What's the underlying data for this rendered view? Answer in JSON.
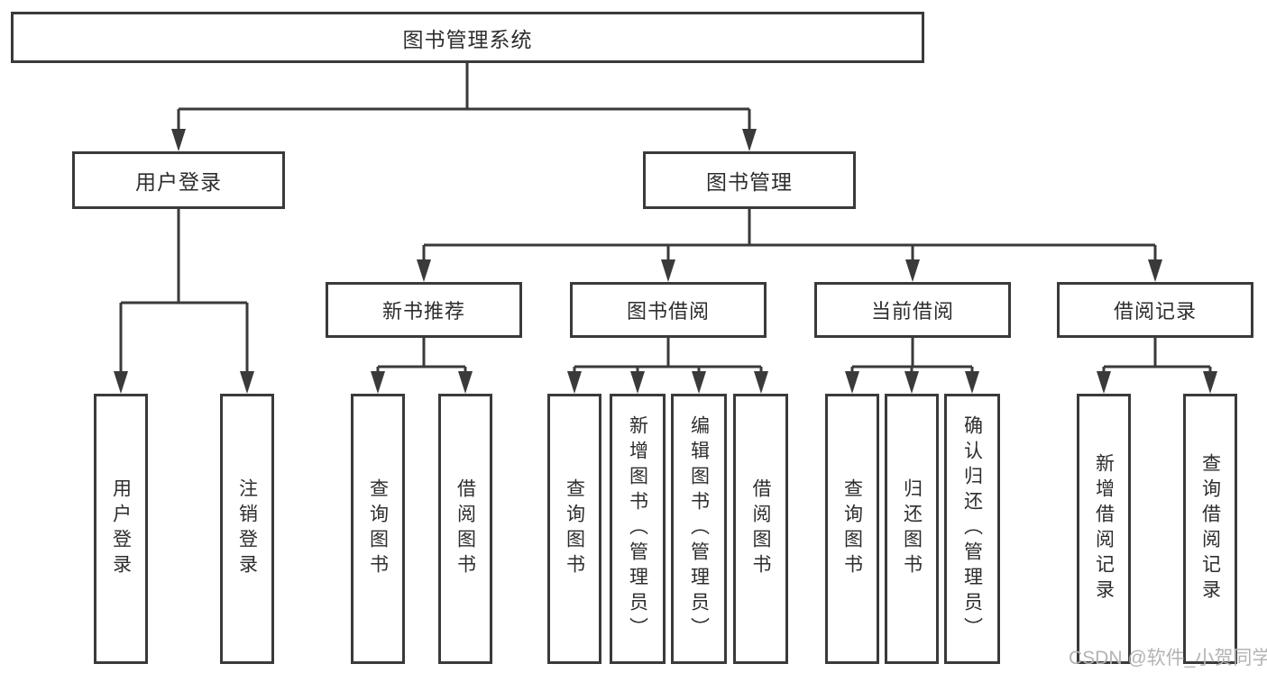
{
  "diagram": {
    "root": {
      "label": "图书管理系统"
    },
    "branches": [
      {
        "label": "用户登录",
        "children": [
          {
            "label": "用户登录"
          },
          {
            "label": "注销登录"
          }
        ]
      },
      {
        "label": "图书管理",
        "modules": [
          {
            "label": "新书推荐",
            "children": [
              {
                "label": "查询图书"
              },
              {
                "label": "借阅图书"
              }
            ]
          },
          {
            "label": "图书借阅",
            "children": [
              {
                "label": "查询图书"
              },
              {
                "label": "新增图书（管理员）"
              },
              {
                "label": "编辑图书（管理员）"
              },
              {
                "label": "借阅图书"
              }
            ]
          },
          {
            "label": "当前借阅",
            "children": [
              {
                "label": "查询图书"
              },
              {
                "label": "归还图书"
              },
              {
                "label": "确认归还（管理员）"
              }
            ]
          },
          {
            "label": "借阅记录",
            "children": [
              {
                "label": "新增借阅记录"
              },
              {
                "label": "查询借阅记录"
              }
            ]
          }
        ]
      }
    ]
  },
  "watermark": {
    "text": "CSDN @软件_小贺同学"
  },
  "colors": {
    "line": "#3a3a3a",
    "text": "#2d2d2d",
    "background": "#ffffff",
    "watermark": "#b3b3b3"
  }
}
